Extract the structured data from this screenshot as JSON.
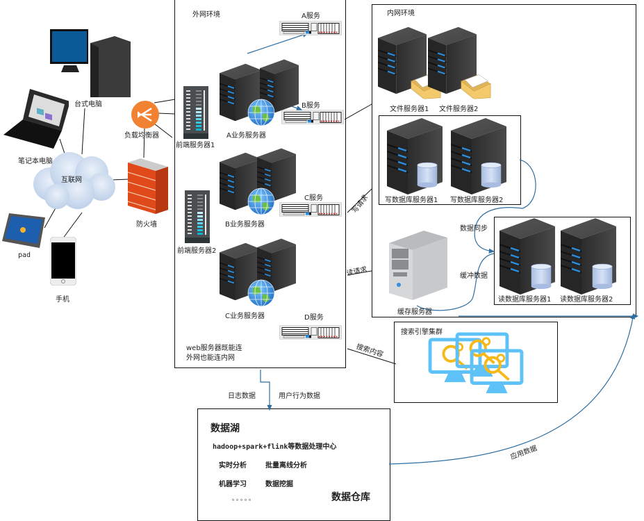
{
  "clients": {
    "desktop": "台式电脑",
    "laptop": "笔记本电脑",
    "internet": "互联网",
    "pad": "pad",
    "phone": "手机",
    "firewall": "防火墙",
    "load_balancer": "负载均衡器"
  },
  "extranet": {
    "title": "外网环境",
    "frontend_servers": [
      "前端服务器1",
      "前端服务器2"
    ],
    "business_servers": [
      "A业务服务器",
      "B业务服务器",
      "C业务服务器"
    ],
    "services": [
      "A服务",
      "B服务",
      "C服务",
      "D服务"
    ],
    "note_line1": "web服务器既能连",
    "note_line2": "外网也能连内网"
  },
  "intranet": {
    "title": "内网环境",
    "file_servers": [
      "文件服务器1",
      "文件服务器2"
    ],
    "write_db_servers": [
      "写数据库服务器1",
      "写数据库服务器2"
    ],
    "read_db_servers": [
      "读数据库服务器1",
      "读数据库服务器2"
    ],
    "cache_server": "缓存服务器",
    "sync_label": "数据同步",
    "buffer_label": "缓冲数据"
  },
  "links": {
    "write_request": "写请求",
    "read_request": "读请求",
    "search_content": "搜索内容",
    "log_data": "日志数据",
    "user_behavior": "用户行为数据",
    "app_data": "应用数据"
  },
  "search": {
    "title": "搜索引擎集群"
  },
  "datalake": {
    "title": "数据湖",
    "engine": "hadoop+spark+flink等数据处理中心",
    "row1": [
      "实时分析",
      "批量离线分析"
    ],
    "row2": [
      "机器学习",
      "数据挖掘"
    ],
    "ellipsis": "。。。。。",
    "warehouse": "数据仓库"
  },
  "colors": {
    "arrow": "#2f6fa3",
    "server_body": "#3a3a3a",
    "server_led": "#2a8fe0",
    "firewall": "#e04a1a",
    "balancer": "#f08232",
    "search_monitor": "#5ec1f7",
    "search_glass": "#f6b91a"
  }
}
